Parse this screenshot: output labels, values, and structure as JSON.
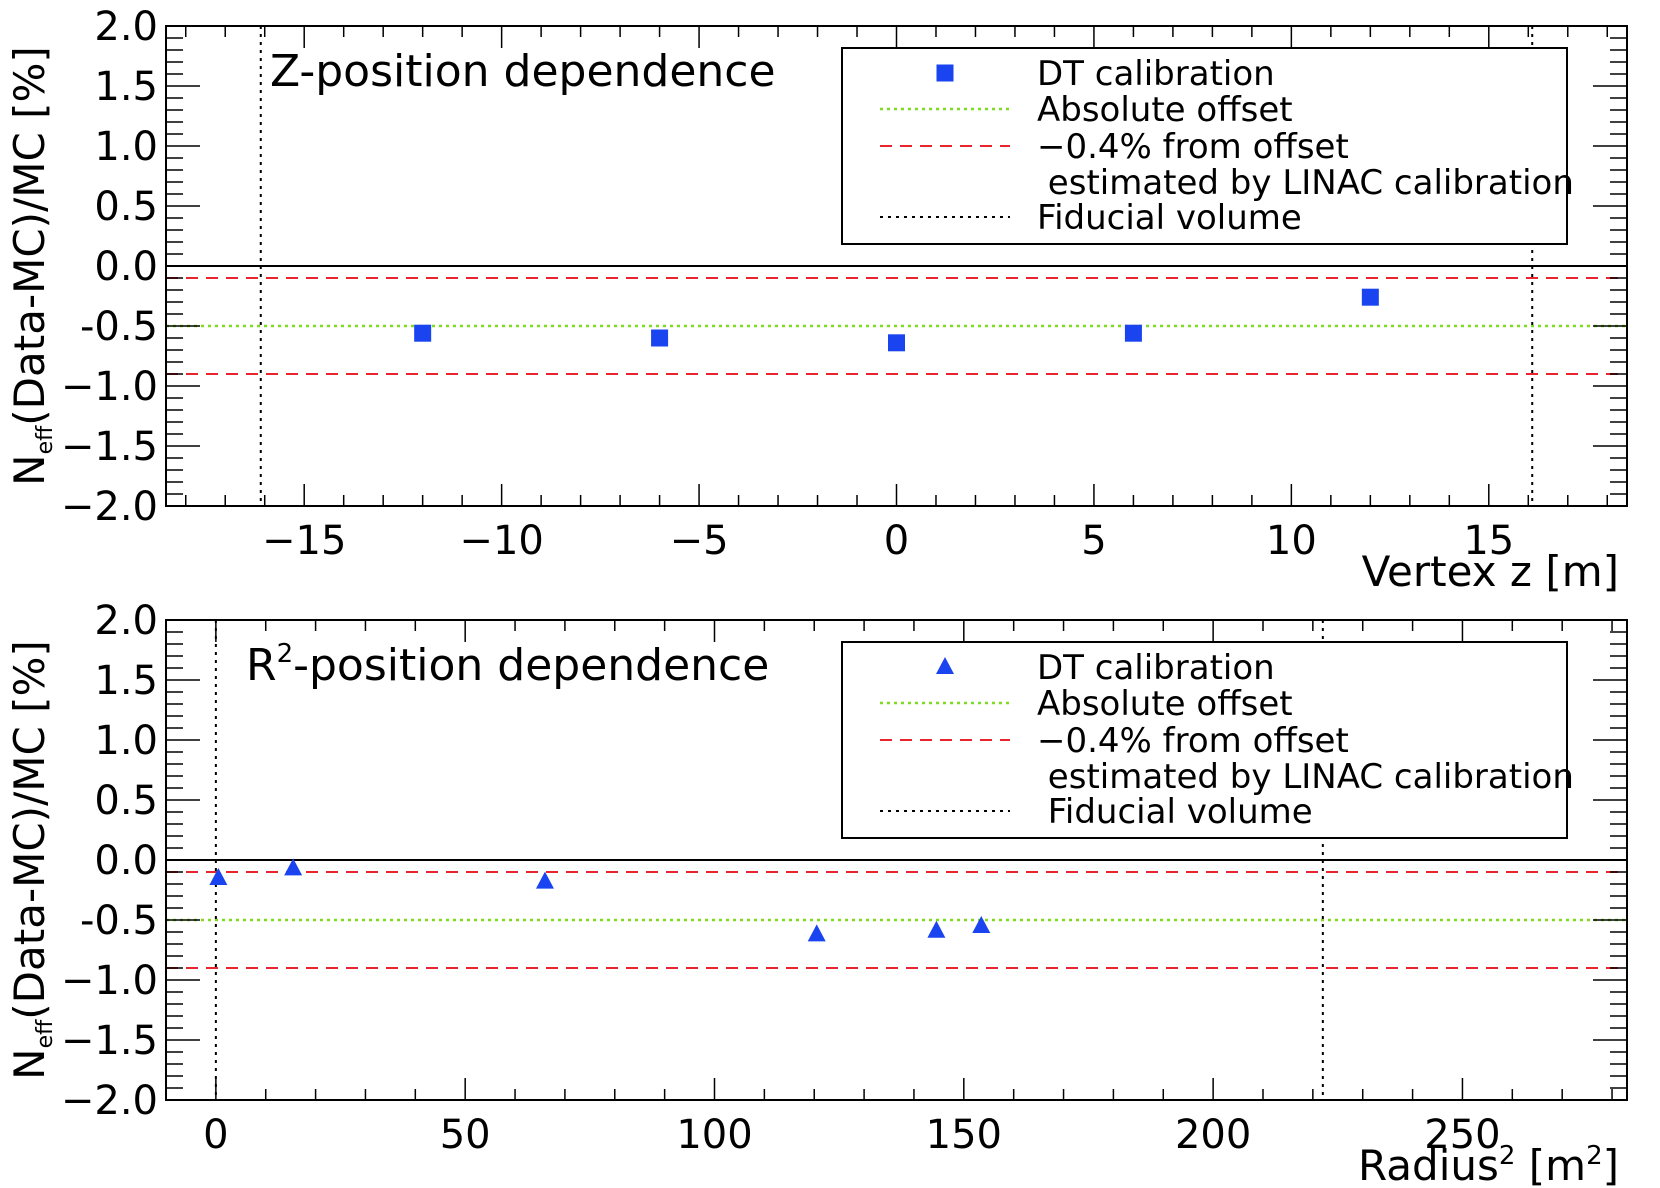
{
  "chart_data": [
    {
      "type": "scatter",
      "title": "Z-position dependence",
      "xlabel": "Vertex z [m]",
      "ylabel": {
        "main": "N",
        "sub": "eff",
        "rest": "(Data-MC)/MC [%]"
      },
      "xlim": [
        -18.5,
        18.5
      ],
      "ylim": [
        -2.0,
        2.0
      ],
      "x_ticks": [
        -15,
        -10,
        -5,
        0,
        5,
        10,
        15
      ],
      "x_tick_labels": [
        "−15",
        "−10",
        "−5",
        "0",
        "5",
        "10",
        "15"
      ],
      "y_ticks": [
        2.0,
        1.5,
        1.0,
        0.5,
        0.0,
        -0.5,
        -1.0,
        -1.5,
        -2.0
      ],
      "y_tick_labels": [
        "2.0",
        "1.5",
        "1.0",
        "0.5",
        "0.0",
        "-0.5",
        "−1.0",
        "−1.5",
        "−2.0"
      ],
      "x_minor_step": 1,
      "y_minor_step": 0.1,
      "marker": "square",
      "series": [
        {
          "name": "DT calibration",
          "x": [
            -12,
            -6,
            0,
            6,
            12
          ],
          "y": [
            -0.56,
            -0.6,
            -0.64,
            -0.56,
            -0.26
          ]
        }
      ],
      "reference_lines": {
        "zero": 0.0,
        "absolute_offset": -0.5,
        "offset_band": [
          -0.1,
          -0.9
        ],
        "fiducial_volume": [
          -16.1,
          16.1
        ]
      },
      "legend": {
        "position": "top-right",
        "entries": [
          {
            "key": "marker",
            "lines": [
              "DT calibration"
            ]
          },
          {
            "key": "green-dotted",
            "lines": [
              "Absolute offset"
            ]
          },
          {
            "key": "red-dashed",
            "lines": [
              "−0.4% from offset",
              " estimated by LINAC calibration"
            ]
          },
          {
            "key": "black-dotted",
            "lines": [
              "Fiducial volume"
            ]
          }
        ]
      }
    },
    {
      "type": "scatter",
      "title": {
        "main": "R",
        "sup": "2",
        "rest": "-position dependence"
      },
      "xlabel": {
        "main": "Radius",
        "sup": "2",
        "rest": " [m",
        "sup2": "2",
        "end": "]"
      },
      "ylabel": {
        "main": "N",
        "sub": "eff",
        "rest": "(Data-MC)/MC [%]"
      },
      "xlim": [
        -10,
        283
      ],
      "ylim": [
        -2.0,
        2.0
      ],
      "x_ticks": [
        0,
        50,
        100,
        150,
        200,
        250
      ],
      "x_tick_labels": [
        "0",
        "50",
        "100",
        "150",
        "200",
        "250"
      ],
      "y_ticks": [
        2.0,
        1.5,
        1.0,
        0.5,
        0.0,
        -0.5,
        -1.0,
        -1.5,
        -2.0
      ],
      "y_tick_labels": [
        "2.0",
        "1.5",
        "1.0",
        "0.5",
        "0.0",
        "-0.5",
        "−1.0",
        "−1.5",
        "−2.0"
      ],
      "x_minor_step": 10,
      "y_minor_step": 0.1,
      "marker": "triangle",
      "series": [
        {
          "name": "DT calibration",
          "x": [
            0.5,
            15.5,
            66,
            120.5,
            144.5,
            153.5
          ],
          "y": [
            -0.15,
            -0.07,
            -0.18,
            -0.62,
            -0.59,
            -0.55
          ]
        }
      ],
      "reference_lines": {
        "zero": 0.0,
        "absolute_offset": -0.5,
        "offset_band": [
          -0.1,
          -0.9
        ],
        "fiducial_volume": [
          0,
          222
        ]
      },
      "legend": {
        "position": "top-right",
        "entries": [
          {
            "key": "marker",
            "lines": [
              "DT calibration"
            ]
          },
          {
            "key": "green-dotted",
            "lines": [
              "Absolute offset"
            ]
          },
          {
            "key": "red-dashed",
            "lines": [
              "−0.4% from offset",
              " estimated by LINAC calibration"
            ]
          },
          {
            "key": "black-dotted",
            "lines": [
              " Fiducial volume"
            ]
          }
        ]
      }
    }
  ],
  "colors": {
    "marker": "#1a44f0",
    "absolute_offset": "#7ddc1f",
    "offset_band": "#e8242c",
    "fiducial": "#000000",
    "axis": "#000000"
  }
}
